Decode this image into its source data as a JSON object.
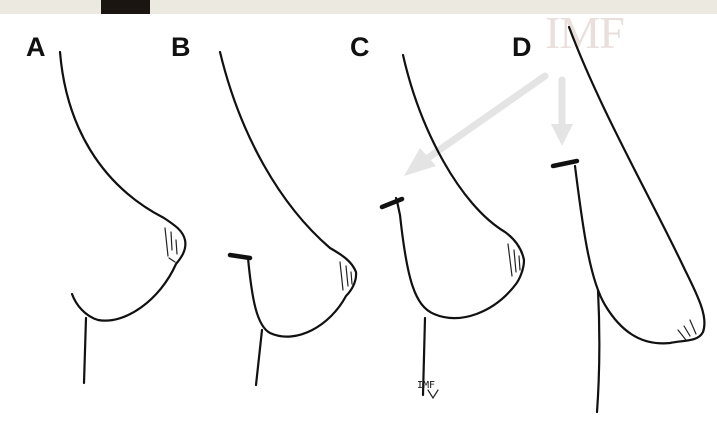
{
  "watermark": "IMF",
  "panels": [
    {
      "letter": "A"
    },
    {
      "letter": "B"
    },
    {
      "letter": "C"
    },
    {
      "letter": "D"
    }
  ],
  "annotation_c": "IMF",
  "colors": {
    "line": "#111111",
    "arrow": "#e4e4e4",
    "watermark": "#e9dfdc",
    "top_band": "#ece9e1",
    "top_tab": "#1a1510"
  }
}
